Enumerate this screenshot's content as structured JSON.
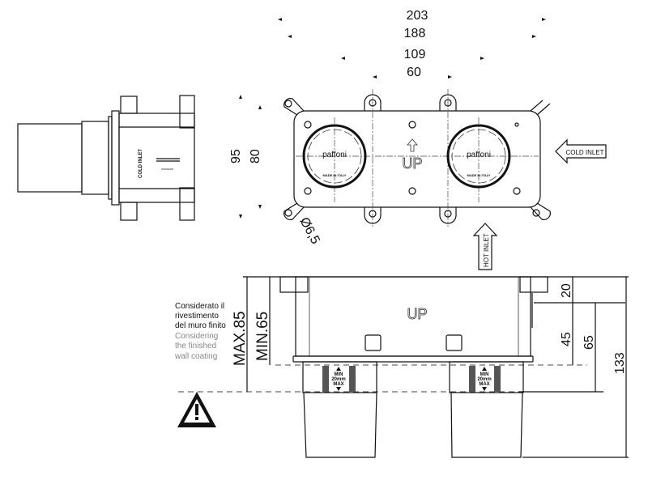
{
  "top_dimensions": {
    "d203": "203",
    "d188": "188",
    "d109": "109",
    "d60": "60"
  },
  "side_dimensions": {
    "d95": "95",
    "d80": "80"
  },
  "hole_diameter": "Ø6,5",
  "front_view": {
    "brand": "paffoni",
    "made_in": "MADE IN ITALY",
    "up_label": "UP"
  },
  "side_view": {
    "cold_inlet_label": "COLD INLET"
  },
  "inlets": {
    "cold": "COLD INLET",
    "hot": "HOT INLET"
  },
  "section_view": {
    "up_label": "UP",
    "max_label": "MAX.85",
    "min_label": "MIN.65",
    "adjust_labels": [
      "MIN",
      "20mm",
      "MAX"
    ],
    "dims": {
      "d20": "20",
      "d45": "45",
      "d65": "65",
      "d133": "133"
    }
  },
  "note": {
    "it_lines": [
      "Considerato il",
      "rivestimento",
      "del muro finito"
    ],
    "en_lines": [
      "Considering",
      "the finished",
      "wall coating"
    ]
  },
  "warning_icon": "warning-triangle-icon"
}
